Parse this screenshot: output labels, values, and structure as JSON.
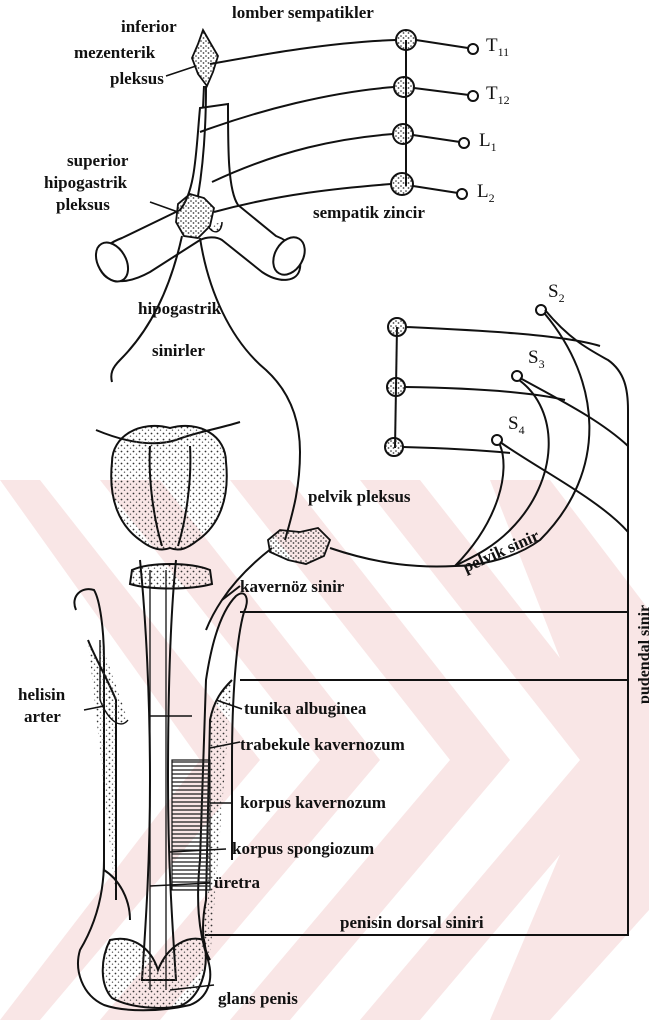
{
  "labels": {
    "inferior_mez": [
      "inferior",
      "mezenterik",
      "pleksus"
    ],
    "lomber": "lomber sempatikler",
    "superior_hipo": [
      "superior",
      "hipogastrik",
      "pleksus"
    ],
    "sempatik_zincir": "sempatik zincir",
    "hipogastrik_sinir": [
      "hipogastrik",
      "sinirler"
    ],
    "pelvik_pleksus": "pelvik pleksus",
    "pelvik_sinir": "pelvik sinir",
    "kavernoz_sinir": "kavernöz sinir",
    "pudendal_sinir": "pudendal sinir",
    "tunika": "tunika albuginea",
    "helisin": [
      "helisin",
      "arter"
    ],
    "trabekule": "trabekule kavernozum",
    "korpus_kav": "korpus kavernozum",
    "korpus_spong": "korpus spongiozum",
    "uretra": "üretra",
    "dorsal": "penisin dorsal siniri",
    "glans": "glans penis"
  },
  "spinal_roots": {
    "t11": {
      "letter": "T",
      "sub": "11"
    },
    "t12": {
      "letter": "T",
      "sub": "12"
    },
    "l1": {
      "letter": "L",
      "sub": "1"
    },
    "l2": {
      "letter": "L",
      "sub": "2"
    },
    "s2": {
      "letter": "S",
      "sub": "2"
    },
    "s3": {
      "letter": "S",
      "sub": "3"
    },
    "s4": {
      "letter": "S",
      "sub": "4"
    }
  },
  "colors": {
    "ink": "#111111",
    "watermark": "#f6dcdc",
    "tissue": "#ece8e0"
  }
}
